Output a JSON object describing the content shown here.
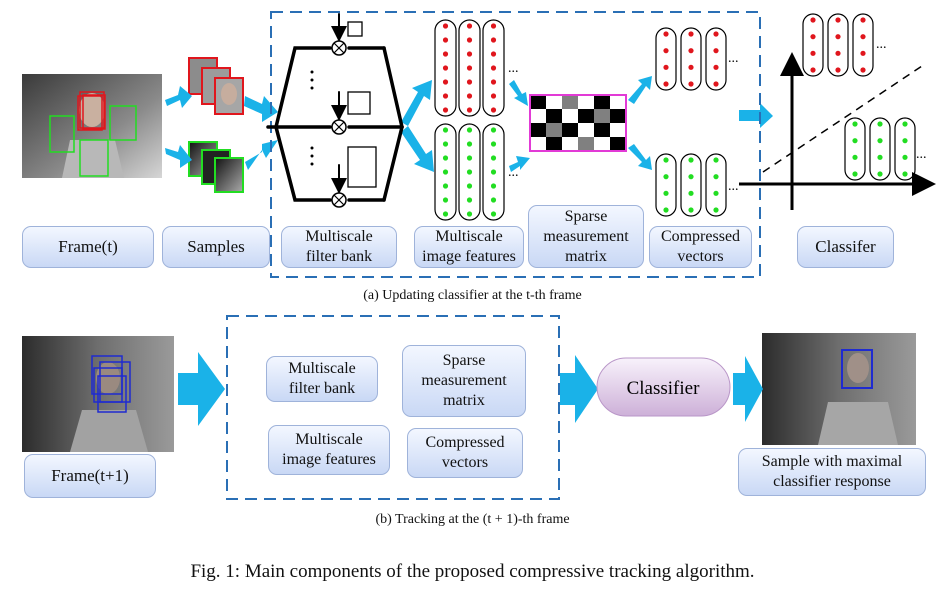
{
  "labels": {
    "frame_t": "Frame(t)",
    "samples": "Samples",
    "filter_bank": "Multiscale\nfilter bank",
    "image_features": "Multiscale\nimage features",
    "measurement_matrix": "Sparse\nmeasurement\nmatrix",
    "compressed_vectors": "Compressed\nvectors",
    "classifier_a": "Classifer",
    "frame_t1": "Frame(t+1)",
    "b_filter_bank": "Multiscale\nfilter bank",
    "b_measurement_matrix": "Sparse\nmeasurement\nmatrix",
    "b_image_features": "Multiscale\nimage features",
    "b_compressed_vectors": "Compressed\nvectors",
    "classifier_b": "Classifier",
    "sample_max": "Sample with maximal\nclassifier response"
  },
  "ellipsis": "...",
  "captions": {
    "a": "(a) Updating classifier at the t-th frame",
    "b": "(b) Tracking at the (t + 1)-th frame",
    "fig": "Fig. 1: Main components of the proposed compressive tracking algorithm."
  },
  "colors": {
    "arrow": "#1ab2e8",
    "dashed": "#2a6fb5",
    "positive": "#e0161d",
    "negative": "#22dd22",
    "matrix_border": "#e23ad6",
    "track_box": "#1f2bd0"
  }
}
